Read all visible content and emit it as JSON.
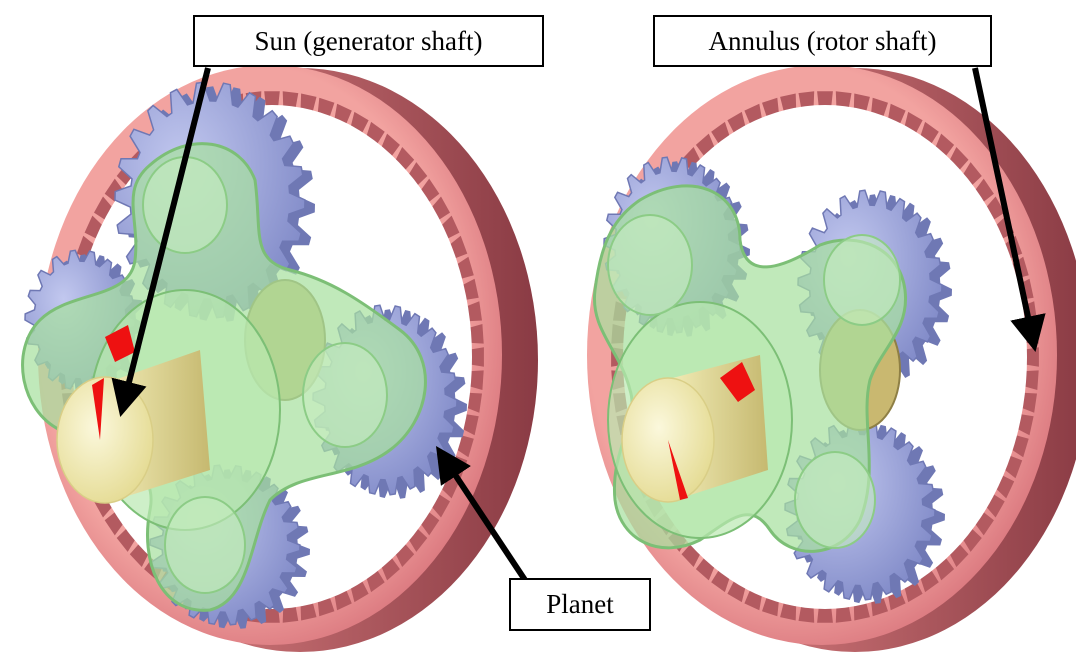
{
  "callouts": {
    "sun": "Sun (generator shaft)",
    "annulus": "Annulus (rotor shaft)",
    "planet": "Planet"
  },
  "colors": {
    "annulus": "#e78a8a",
    "annulus_dark": "#b35a60",
    "planet": "#9ba4d8",
    "planet_dark": "#6f78b4",
    "carrier": "#a8e0a0",
    "carrier_edge": "#7cbf76",
    "sun_shaft": "#f1eba8",
    "sun_shaft_face": "#f6f1c4",
    "sun_gear": "#c9b870",
    "marker": "#ee1111",
    "arrow": "#000000",
    "background": "#ffffff"
  },
  "figure": {
    "panels": [
      "left-gearbox",
      "right-gearbox"
    ],
    "components": [
      "annulus",
      "planet",
      "carrier",
      "sun"
    ]
  }
}
